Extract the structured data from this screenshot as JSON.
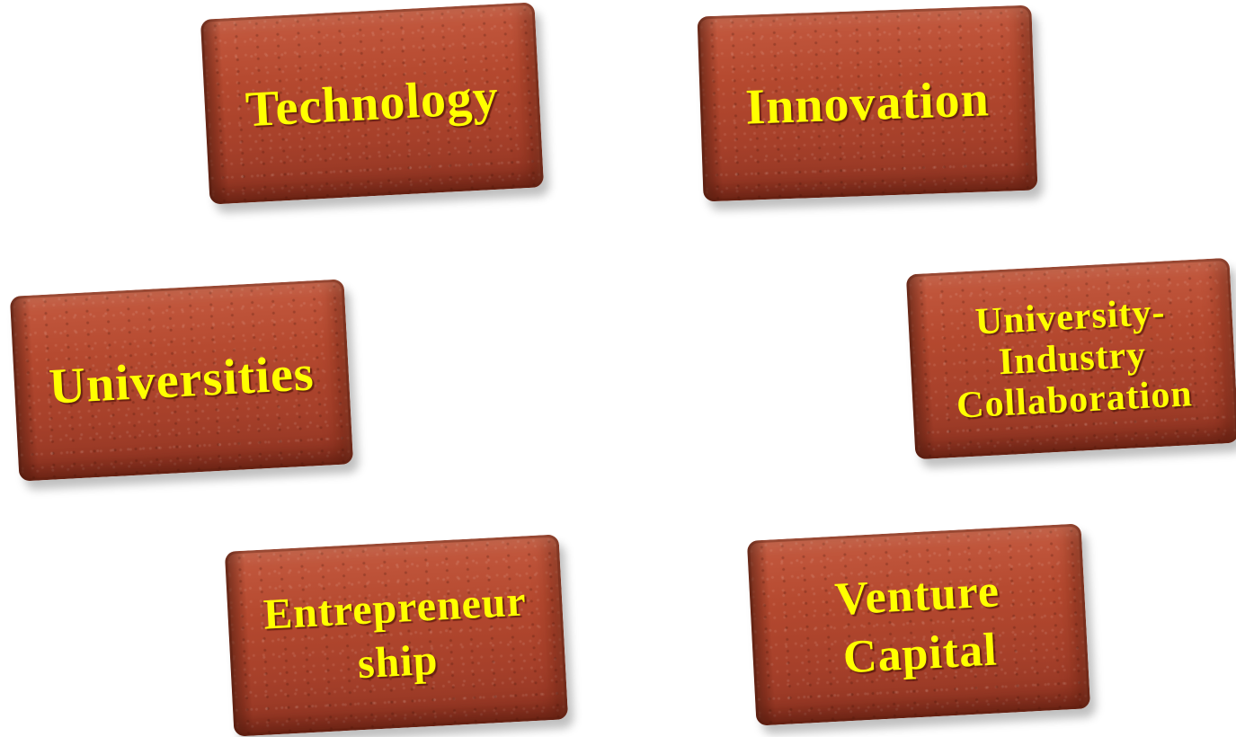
{
  "bricks": [
    {
      "label": "Technology"
    },
    {
      "label": "Innovation"
    },
    {
      "label": "Universities"
    },
    {
      "label": "University-\nIndustry\nCollaboration"
    },
    {
      "label": "Entrepreneur\nship"
    },
    {
      "label": "Venture\nCapital"
    }
  ],
  "colors": {
    "background": "#ffffff",
    "brick": "#b5492f",
    "label": "#ffff00"
  }
}
